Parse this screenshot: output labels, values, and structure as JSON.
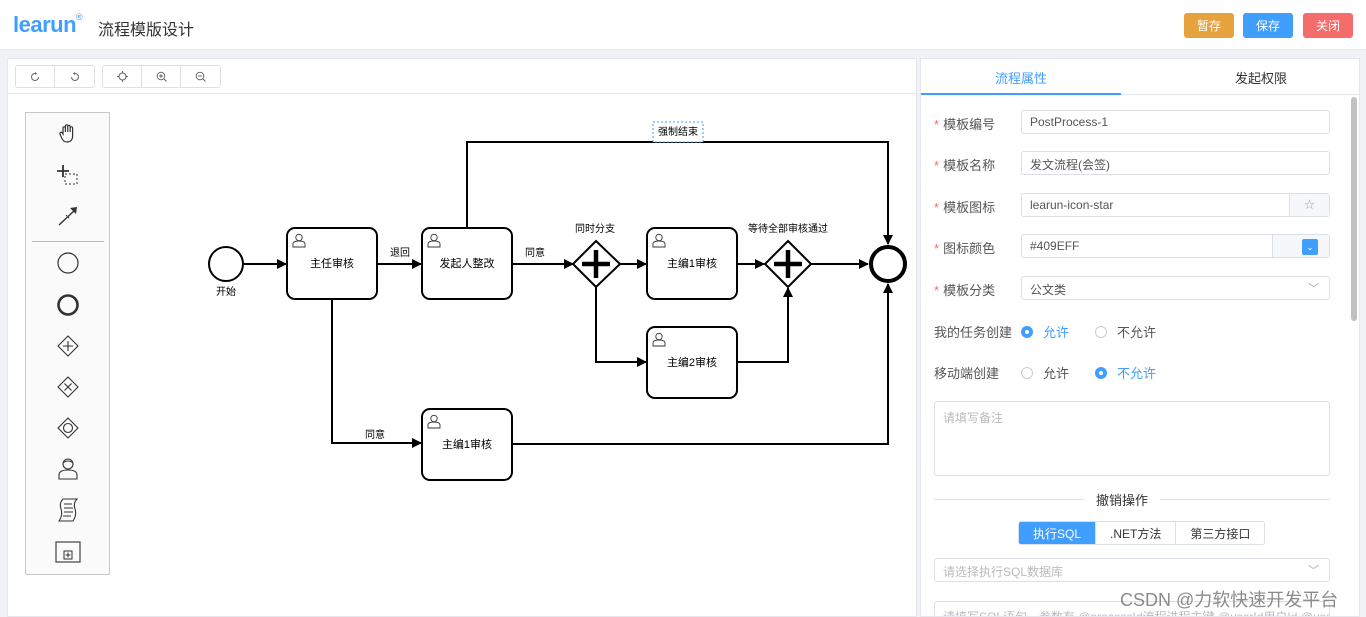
{
  "header": {
    "logo": "learun",
    "logo_mark": "®",
    "title": "流程模版设计",
    "buttons": {
      "draft": "暂存",
      "save": "保存",
      "close": "关闭"
    }
  },
  "canvas": {
    "toolbar_icons": [
      "undo-icon",
      "redo-icon",
      "fit-view-icon",
      "zoom-in-icon",
      "zoom-out-icon"
    ],
    "palette_icons": [
      "hand-tool-icon",
      "lasso-tool-icon",
      "connect-tool-icon",
      "start-event-icon",
      "end-event-icon",
      "parallel-gateway-icon",
      "exclusive-gateway-icon",
      "inclusive-gateway-icon",
      "user-task-icon",
      "script-task-icon",
      "subprocess-icon"
    ],
    "diagram": {
      "start_label": "开始",
      "task_supervisor": "主任审核",
      "task_initiator": "发起人整改",
      "task_editor1_top": "主编1审核",
      "task_editor2": "主编2审核",
      "task_editor1_bottom": "主编1审核",
      "gateway_fork_label": "同时分支",
      "gateway_join_label": "等待全部审核通过",
      "flow_return": "退回",
      "flow_agree_1": "同意",
      "flow_agree_2": "同意",
      "force_end": "强制结束"
    }
  },
  "properties": {
    "tabs": [
      "流程属性",
      "发起权限"
    ],
    "fields": {
      "code_label": "模板编号",
      "code_value": "PostProcess-1",
      "name_label": "模板名称",
      "name_value": "发文流程(会签)",
      "icon_label": "模板图标",
      "icon_value": "learun-icon-star",
      "color_label": "图标颜色",
      "color_value": "#409EFF",
      "category_label": "模板分类",
      "category_value": "公文类"
    },
    "task_create": {
      "label": "我的任务创建",
      "allow": "允许",
      "deny": "不允许",
      "selected": "允许"
    },
    "mobile_create": {
      "label": "移动端创建",
      "allow": "允许",
      "deny": "不允许",
      "selected": "不允许"
    },
    "remark_placeholder": "请填写备注",
    "undo_section": "撤销操作",
    "undo_options": [
      "执行SQL",
      ".NET方法",
      "第三方接口"
    ],
    "db_placeholder": "请选择执行SQL数据库",
    "sql_placeholder": "请填写SQL语句，参数有 @processId流程进程主键 @userId用户Id @userAcc"
  },
  "watermark": "CSDN @力软快速开发平台",
  "colors": {
    "primary": "#409EFF",
    "warning": "#E6A23C",
    "danger": "#F56C6C"
  }
}
